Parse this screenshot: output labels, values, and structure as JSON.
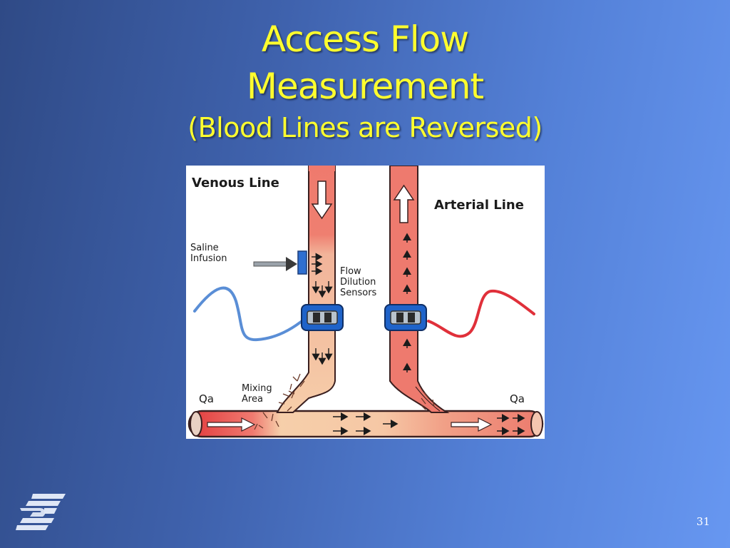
{
  "slide": {
    "title_line1": "Access Flow",
    "title_line2": "Measurement",
    "subtitle": "(Blood Lines are Reversed)",
    "page_number": "31"
  },
  "figure": {
    "venous_line_label": "Venous Line",
    "arterial_line_label": "Arterial Line",
    "saline_infusion_label": "Saline\nInfusion",
    "flow_dilution_sensors_label": "Flow\nDilution\nSensors",
    "mixing_area_label": "Mixing\nArea",
    "qa_left_label": "Qa",
    "qa_right_label": "Qa"
  },
  "colors": {
    "title": "#ffff2e",
    "arterial_red": "#ee7a6e",
    "venous_mix": "#f4c8a6",
    "clamp_blue": "#1f63c9",
    "arterial_wire": "#e0303a",
    "venous_wire": "#5a8ed6"
  },
  "logo": {
    "icon": "company-logo-icon"
  }
}
